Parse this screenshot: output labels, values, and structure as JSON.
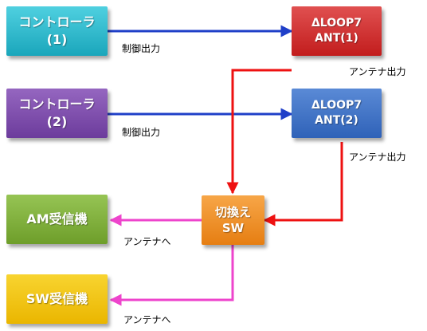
{
  "boxes": {
    "controller1": {
      "line1": "コントローラ",
      "line2": "(1)",
      "color": "#22b5c8"
    },
    "loop_ant1": {
      "line1": "ΔLOOP7",
      "line2": "ANT(1)",
      "color": "#d22a2a"
    },
    "controller2": {
      "line1": "コントローラ",
      "line2": "(2)",
      "color": "#7a48a8"
    },
    "loop_ant2": {
      "line1": "ΔLOOP7",
      "line2": "ANT(2)",
      "color": "#3a70c4"
    },
    "switch": {
      "line1": "切換え",
      "line2": "SW",
      "color": "#f08c1e"
    },
    "am_receiver": {
      "line1": "AM受信機",
      "color": "#7aab35"
    },
    "sw_receiver": {
      "line1": "SW受信機",
      "color": "#f2c200"
    }
  },
  "labels": {
    "control_output_1": "制御出力",
    "antenna_output_1": "アンテナ出力",
    "control_output_2": "制御出力",
    "antenna_output_2": "アンテナ出力",
    "to_antenna_am": "アンテナへ",
    "to_antenna_sw": "アンテナへ"
  },
  "colors": {
    "control_line": "#1f3fc8",
    "antenna_line": "#ee1111",
    "receiver_line": "#ee44cc"
  }
}
